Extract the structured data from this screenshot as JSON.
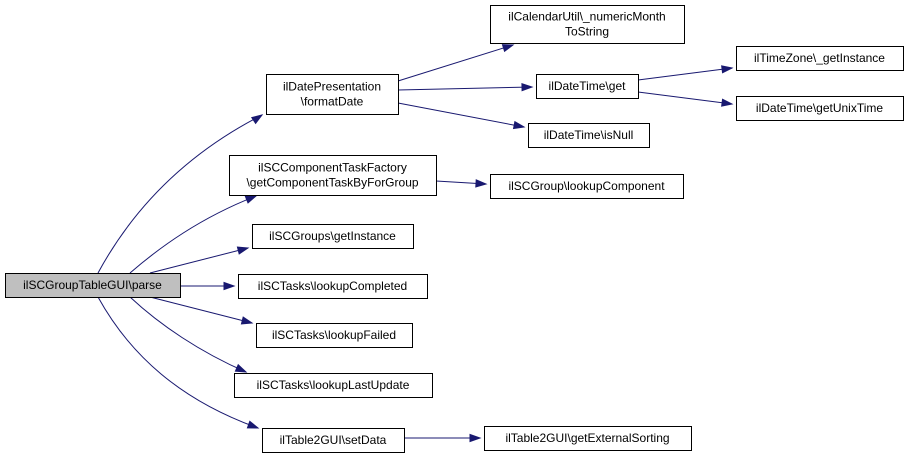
{
  "graph": {
    "nodes": {
      "root": {
        "lines": [
          "ilSCGroupTableGUI\\parse"
        ],
        "highlighted": true
      },
      "formatDate": {
        "lines": [
          "ilDatePresentation",
          "\\formatDate"
        ]
      },
      "factory": {
        "lines": [
          "ilSCComponentTaskFactory",
          "\\getComponentTaskByForGroup"
        ]
      },
      "groupsGetInstance": {
        "lines": [
          "ilSCGroups\\getInstance"
        ]
      },
      "lookupCompleted": {
        "lines": [
          "ilSCTasks\\lookupCompleted"
        ]
      },
      "lookupFailed": {
        "lines": [
          "ilSCTasks\\lookupFailed"
        ]
      },
      "lookupLastUpdate": {
        "lines": [
          "ilSCTasks\\lookupLastUpdate"
        ]
      },
      "setData": {
        "lines": [
          "ilTable2GUI\\setData"
        ]
      },
      "calendarUtil": {
        "lines": [
          "ilCalendarUtil\\_numericMonth",
          "ToString"
        ]
      },
      "dateTimeGet": {
        "lines": [
          "ilDateTime\\get"
        ]
      },
      "dateTimeIsNull": {
        "lines": [
          "ilDateTime\\isNull"
        ]
      },
      "lookupComponent": {
        "lines": [
          "ilSCGroup\\lookupComponent"
        ]
      },
      "getExternalSorting": {
        "lines": [
          "ilTable2GUI\\getExternalSorting"
        ]
      },
      "timeZone": {
        "lines": [
          "ilTimeZone\\_getInstance"
        ]
      },
      "unixTime": {
        "lines": [
          "ilDateTime\\getUnixTime"
        ]
      }
    },
    "edges": [
      [
        "root",
        "formatDate"
      ],
      [
        "root",
        "factory"
      ],
      [
        "root",
        "groupsGetInstance"
      ],
      [
        "root",
        "lookupCompleted"
      ],
      [
        "root",
        "lookupFailed"
      ],
      [
        "root",
        "lookupLastUpdate"
      ],
      [
        "root",
        "setData"
      ],
      [
        "formatDate",
        "calendarUtil"
      ],
      [
        "formatDate",
        "dateTimeGet"
      ],
      [
        "formatDate",
        "dateTimeIsNull"
      ],
      [
        "factory",
        "lookupComponent"
      ],
      [
        "setData",
        "getExternalSorting"
      ],
      [
        "dateTimeGet",
        "timeZone"
      ],
      [
        "dateTimeGet",
        "unixTime"
      ]
    ],
    "colors": {
      "edge": "#191970",
      "node_fill": "#ffffff",
      "node_highlight_fill": "#bfbfbf",
      "node_border": "#000000"
    }
  }
}
